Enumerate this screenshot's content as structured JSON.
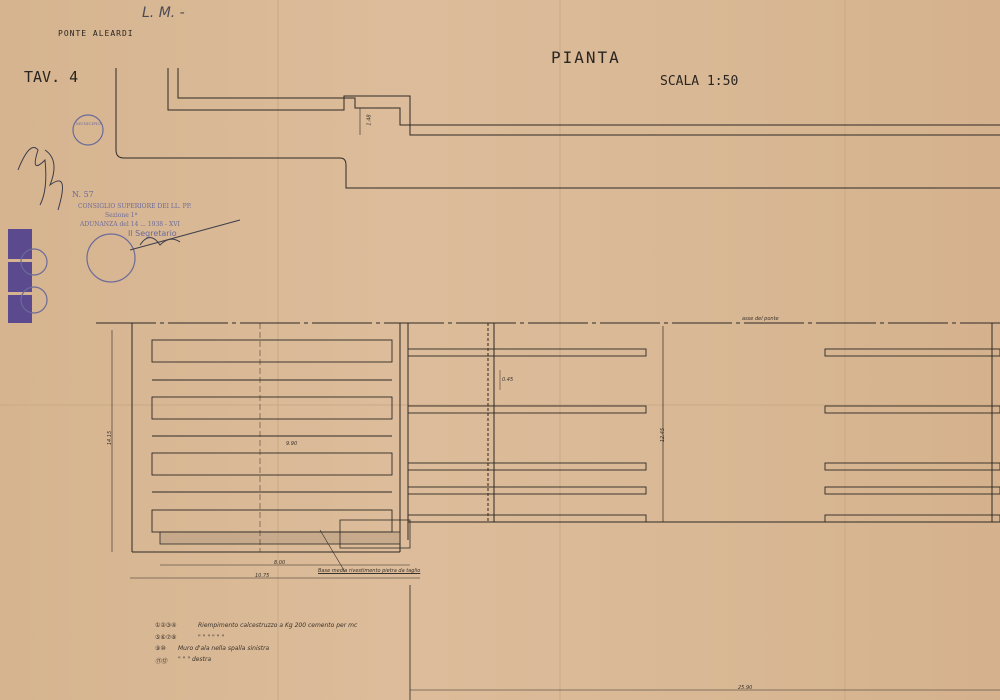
{
  "header": {
    "project": "Ponte Aleardi",
    "sheet": "TAV. 4",
    "handnote": "L. M. -",
    "title": "PIANTA",
    "scale": "SCALA 1:50"
  },
  "stamp": {
    "number": "N. 57",
    "line1": "CONSIGLIO SUPERIORE DEI LL. PP.",
    "line2": "Sezione 1ª",
    "line3": "ADUNANZA del 14 ... 1938 - XVI",
    "line4": "Il Segretario",
    "seal": "MUNICIPIO"
  },
  "drawing": {
    "axis_label": "asse del ponte",
    "callout": "Base media rivestimento pietra da taglio",
    "dims": {
      "d1": "8.00",
      "d2": "10.75",
      "d3": "25.90",
      "d4": "12.45",
      "d5": "14.15",
      "d6": "9.90",
      "d7": "0.45",
      "d8": "1.48"
    }
  },
  "legend": [
    {
      "marks": "①②③④",
      "text": "Riempimento calcestruzzo a Kg 200 cemento per mc"
    },
    {
      "marks": "⑤⑥⑦⑧",
      "text": "\"       \"       \"       \"       \"       \""
    },
    {
      "marks": "⑨⑩",
      "text": "Muro d'ala nella spalla sinistra"
    },
    {
      "marks": "⑪⑫",
      "text": "\"       \"       \"       destra"
    }
  ],
  "colors": {
    "paper": "#d8b794",
    "ink": "#2a2520",
    "stamp": "#6b6a9a",
    "revenue_stamp": "#5b4a8e"
  }
}
